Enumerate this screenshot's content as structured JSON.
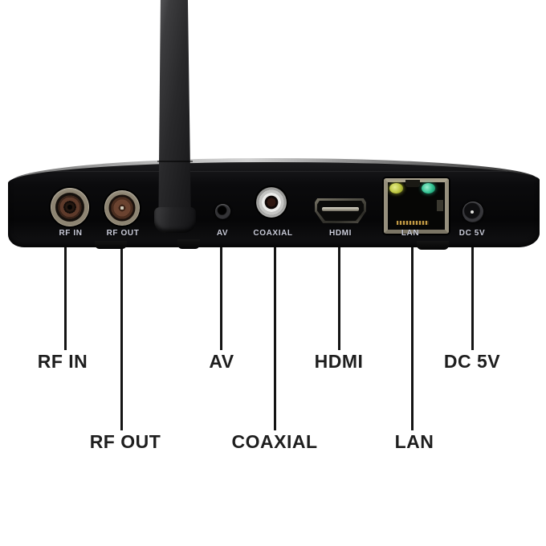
{
  "device": {
    "ports": [
      {
        "id": "rf-in",
        "label": "RF IN"
      },
      {
        "id": "rf-out",
        "label": "RF OUT"
      },
      {
        "id": "av",
        "label": "AV"
      },
      {
        "id": "coaxial",
        "label": "COAXIAL"
      },
      {
        "id": "hdmi",
        "label": "HDMI"
      },
      {
        "id": "lan",
        "label": "LAN"
      },
      {
        "id": "dc-5v",
        "label": "DC 5V"
      }
    ],
    "lan_leds": {
      "left_color": "#b9c23e",
      "right_color": "#2fbf90"
    },
    "colors": {
      "body": "#0b0b0d",
      "panel_label_text": "#c9cbd8",
      "leader_line": "#141414",
      "callout_text": "#1e1e1e",
      "background": "#ffffff"
    }
  },
  "callouts": [
    {
      "id": "rf-in",
      "label": "RF IN",
      "row": 1
    },
    {
      "id": "rf-out",
      "label": "RF OUT",
      "row": 2
    },
    {
      "id": "av",
      "label": "AV",
      "row": 1
    },
    {
      "id": "coaxial",
      "label": "COAXIAL",
      "row": 2
    },
    {
      "id": "hdmi",
      "label": "HDMI",
      "row": 1
    },
    {
      "id": "lan",
      "label": "LAN",
      "row": 2
    },
    {
      "id": "dc-5v",
      "label": "DC 5V",
      "row": 1
    }
  ]
}
